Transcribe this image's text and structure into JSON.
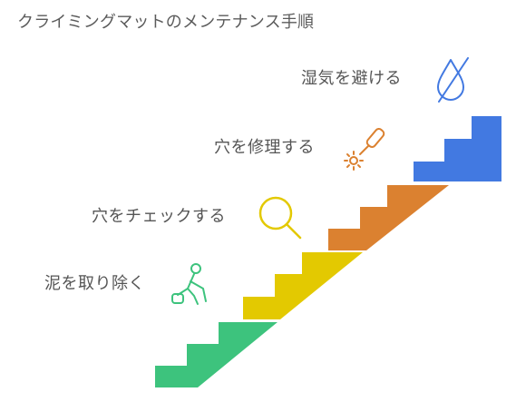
{
  "title": "クライミングマットのメンテナンス手順",
  "colors": {
    "green": "#3dc37d",
    "yellow": "#e3c901",
    "orange": "#db8130",
    "blue": "#4279e1"
  },
  "steps": [
    {
      "label": "泥を取り除く",
      "icon": "person-mopping-icon",
      "color": "#3dc37d"
    },
    {
      "label": "穴をチェックする",
      "icon": "magnifying-glass-icon",
      "color": "#e3c901"
    },
    {
      "label": "穴を修理する",
      "icon": "repair-tool-icon",
      "color": "#db8130"
    },
    {
      "label": "湿気を避ける",
      "icon": "no-moisture-drop-icon",
      "color": "#4279e1"
    }
  ]
}
